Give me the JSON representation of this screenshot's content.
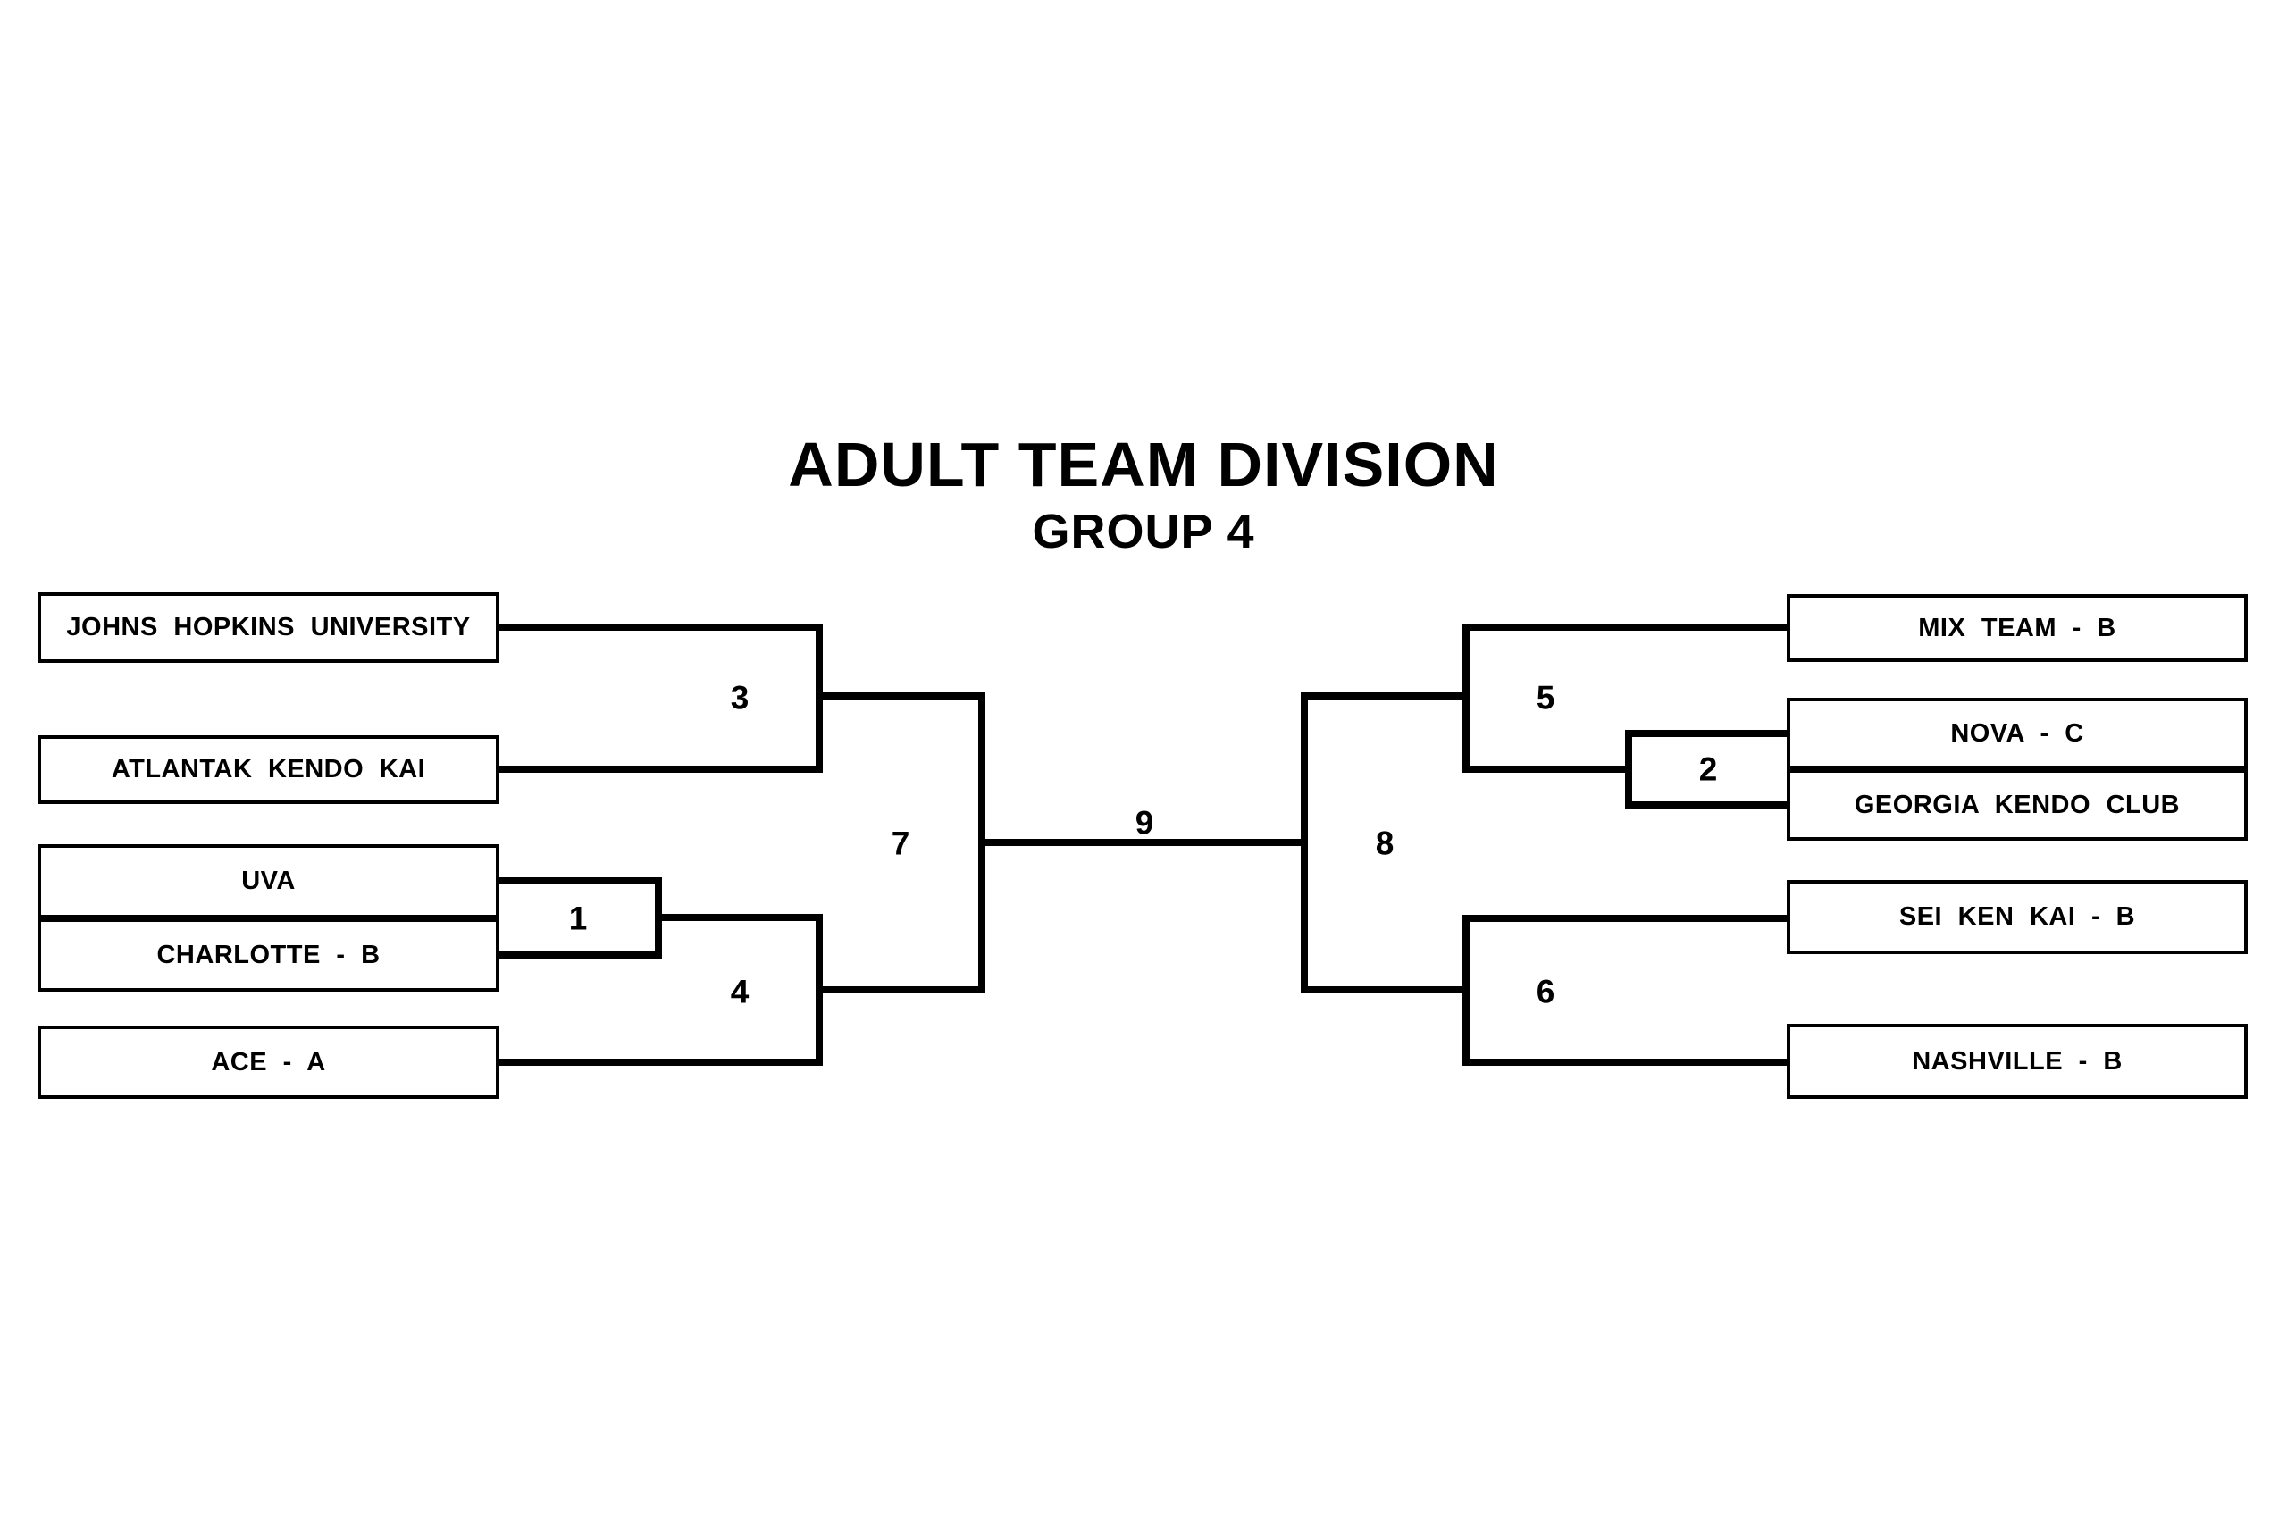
{
  "title": "ADULT TEAM DIVISION",
  "subtitle": "GROUP 4",
  "colors": {
    "line": "#000000",
    "background": "#ffffff",
    "text": "#000000"
  },
  "teams": {
    "left": [
      "JOHNS HOPKINS UNIVERSITY",
      "ATLANTAK KENDO KAI",
      "UVA",
      "CHARLOTTE - B",
      "ACE - A"
    ],
    "right": [
      "MIX TEAM - B",
      "NOVA - C",
      "GEORGIA KENDO CLUB",
      "SEI KEN KAI - B",
      "NASHVILLE - B"
    ]
  },
  "matches": [
    {
      "number": "1",
      "between": [
        "UVA",
        "CHARLOTTE - B"
      ]
    },
    {
      "number": "2",
      "between": [
        "NOVA - C",
        "GEORGIA KENDO CLUB"
      ]
    },
    {
      "number": "3",
      "between": [
        "JOHNS HOPKINS UNIVERSITY",
        "ATLANTAK KENDO KAI"
      ]
    },
    {
      "number": "4",
      "between": [
        "winner-of-1",
        "ACE - A"
      ]
    },
    {
      "number": "5",
      "between": [
        "MIX TEAM - B",
        "winner-of-2"
      ]
    },
    {
      "number": "6",
      "between": [
        "SEI KEN KAI - B",
        "NASHVILLE - B"
      ]
    },
    {
      "number": "7",
      "between": [
        "winner-of-3",
        "winner-of-4"
      ]
    },
    {
      "number": "8",
      "between": [
        "winner-of-5",
        "winner-of-6"
      ]
    },
    {
      "number": "9",
      "between": [
        "winner-of-7",
        "winner-of-8"
      ]
    }
  ]
}
